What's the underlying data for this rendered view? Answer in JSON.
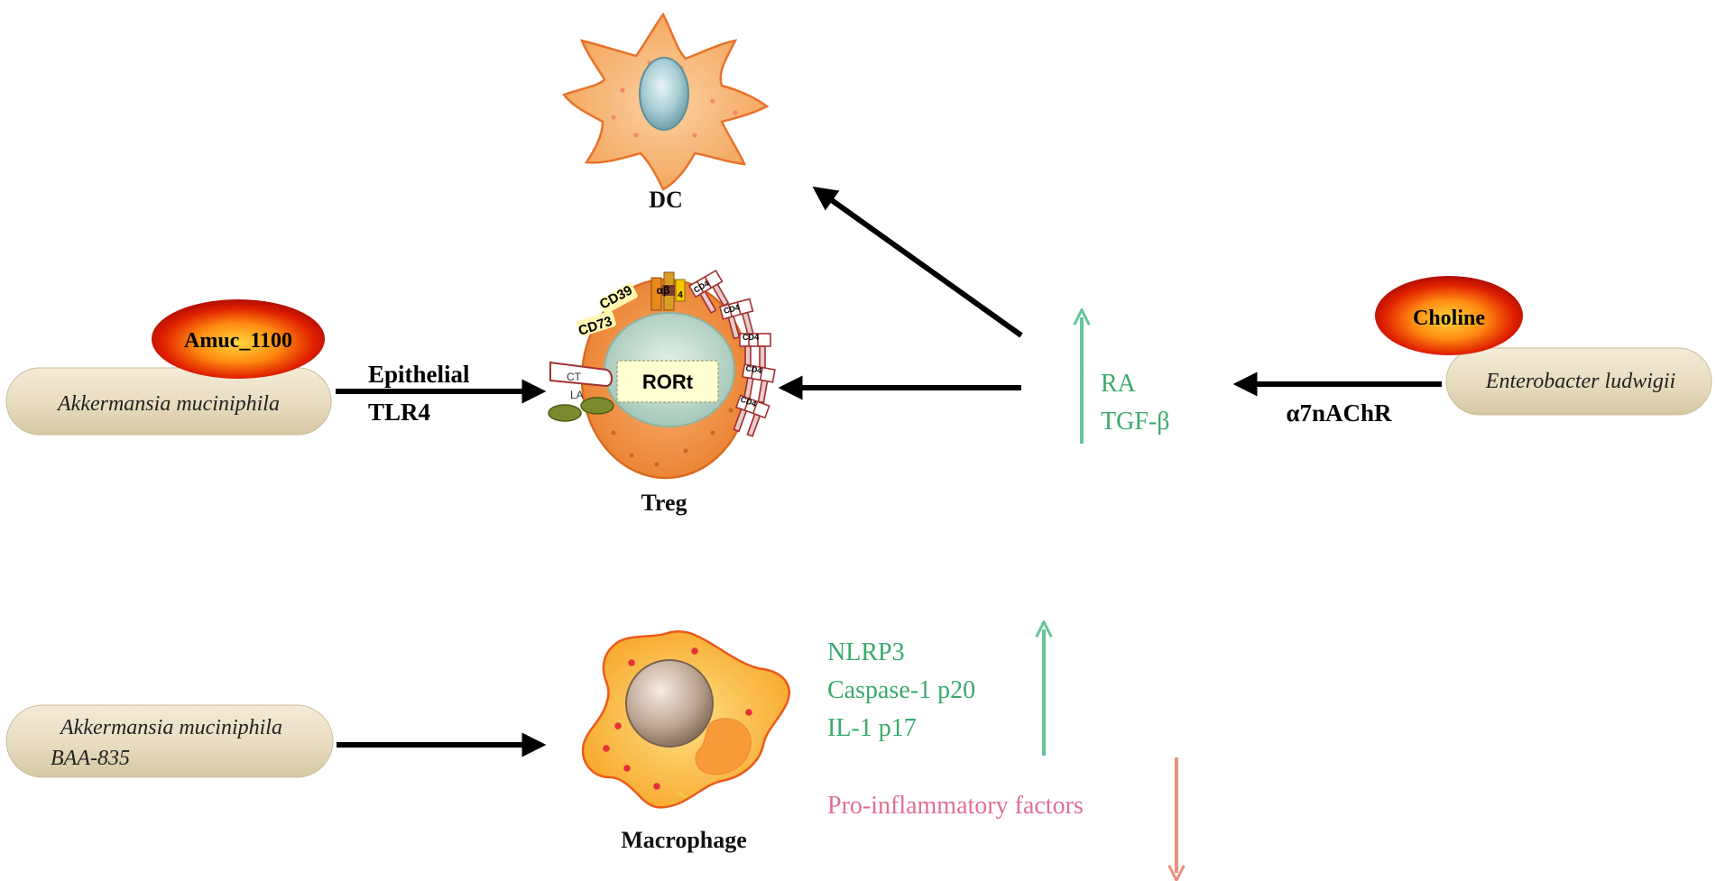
{
  "cells": {
    "dc_label": "DC",
    "treg_label": "Treg",
    "macrophage_label": "Macrophage",
    "treg_nucleus": "RORt",
    "treg_markers": {
      "cd39": "CD39",
      "cd73": "CD73",
      "ct": "CT",
      "la": "LA",
      "alpha_beta": "αβ",
      "alpha_beta_sub": "4",
      "cd4": "CD4"
    }
  },
  "sources": {
    "amuc_1100": "Amuc_1100",
    "akkermansia_1": "Akkermansia muciniphila",
    "choline": "Choline",
    "enterobacter": "Enterobacter ludwigii",
    "akkermansia_2_line1": "Akkermansia muciniphila",
    "akkermansia_2_line2": "BAA-835"
  },
  "arrow_labels": {
    "epithelial": "Epithelial",
    "tlr4": "TLR4",
    "a7nachr": "α7nAChR"
  },
  "effects": {
    "ra": "RA",
    "tgf_beta": "TGF-β",
    "nlrp3": "NLRP3",
    "caspase": "Caspase-1 p20",
    "il1": "IL-1 p17",
    "pro_inflammatory": "Pro-inflammatory factors"
  },
  "colors": {
    "up_arrow": "#66c49a",
    "up_text": "#3aaa6e",
    "down_arrow": "#e8907a",
    "down_text": "#e07090",
    "pill_fill": "#ece3cc",
    "black_arrow": "#000000"
  }
}
